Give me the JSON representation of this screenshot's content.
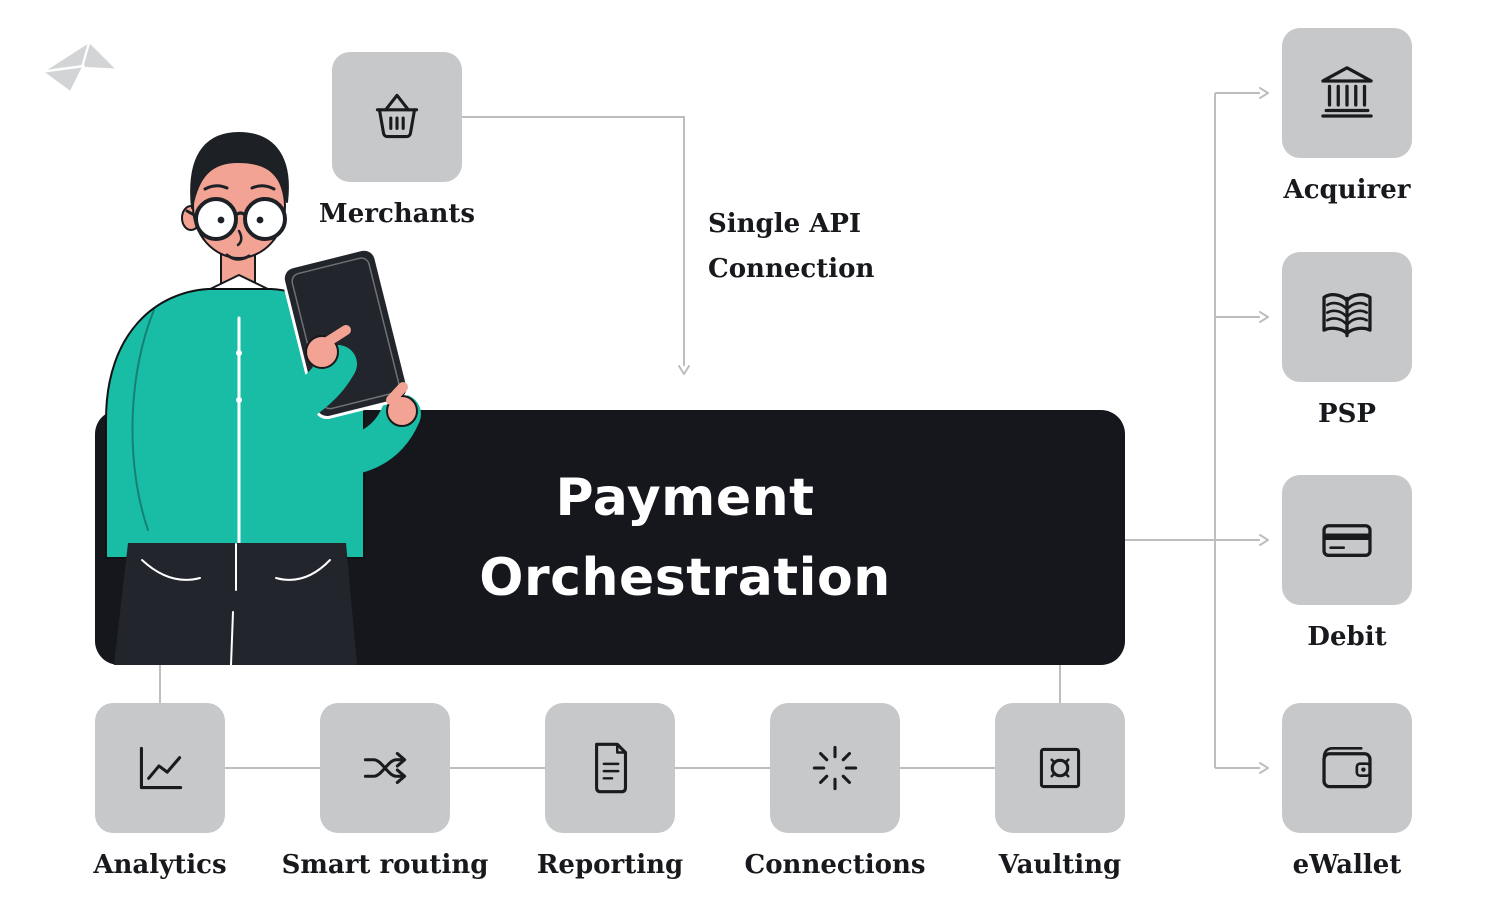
{
  "colors": {
    "background": "#ffffff",
    "node_gray": "#c7c8c9",
    "orchestration_dark": "#15171c",
    "connector_gray": "#bcbec0",
    "text_dark": "#17191c",
    "accent_teal": "#19bda5",
    "heading_white": "#ffffff"
  },
  "logo": {
    "icon": "origami-bird-logo-icon"
  },
  "illustration": {
    "name": "man-with-tablet"
  },
  "merchants": {
    "label": "Merchants",
    "icon": "basket-icon"
  },
  "api_connection": {
    "line1": "Single API",
    "line2": "Connection"
  },
  "orchestration": {
    "title_line1": "Payment",
    "title_line2": "Orchestration"
  },
  "bottom_modules": [
    {
      "label": "Analytics",
      "icon": "analytics-icon"
    },
    {
      "label": "Smart routing",
      "icon": "smart-routing-icon"
    },
    {
      "label": "Reporting",
      "icon": "reporting-icon"
    },
    {
      "label": "Connections",
      "icon": "connections-icon"
    },
    {
      "label": "Vaulting",
      "icon": "vault-icon"
    }
  ],
  "right_endpoints": [
    {
      "label": "Acquirer",
      "icon": "bank-icon"
    },
    {
      "label": "PSP",
      "icon": "open-book-icon"
    },
    {
      "label": "Debit",
      "icon": "debit-card-icon"
    },
    {
      "label": "eWallet",
      "icon": "wallet-icon"
    }
  ]
}
